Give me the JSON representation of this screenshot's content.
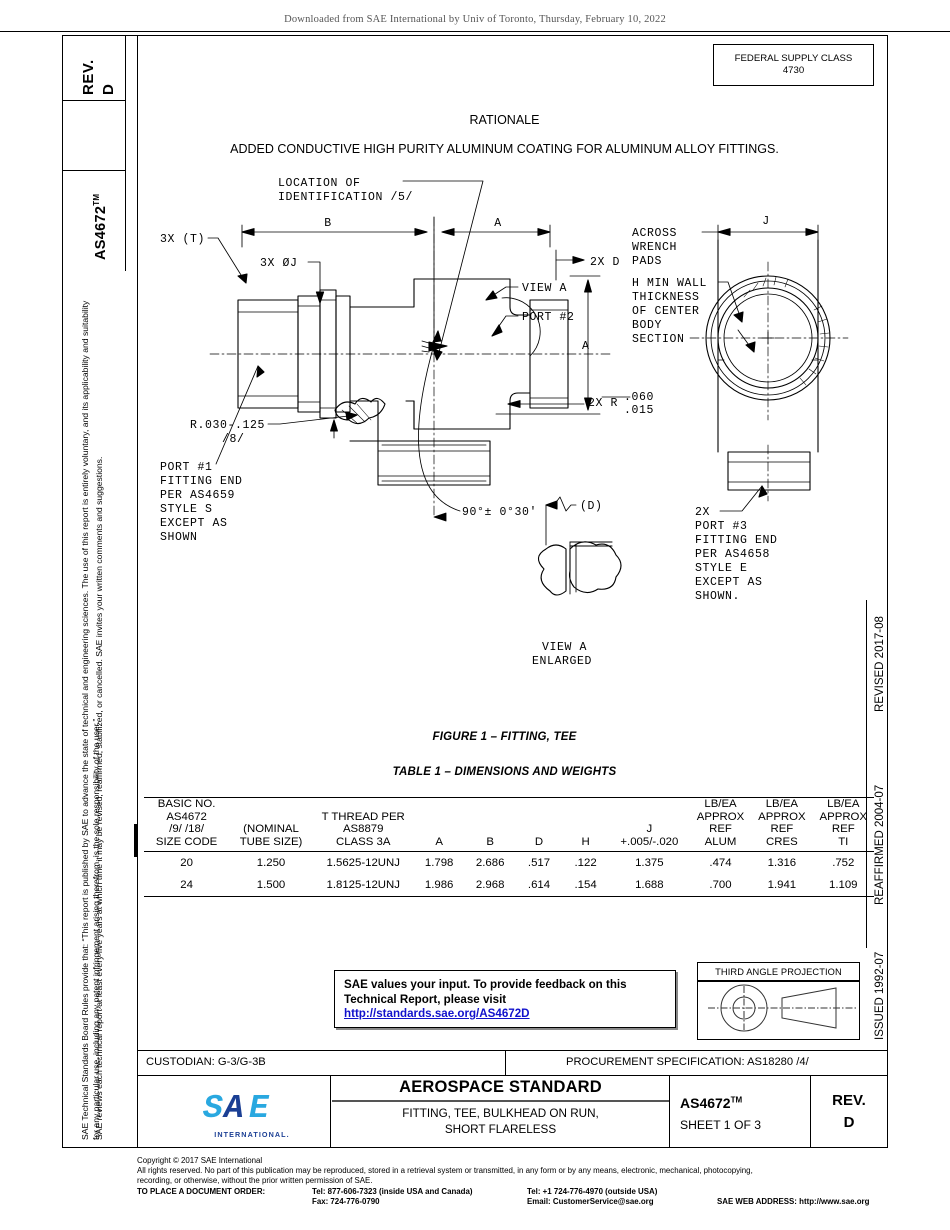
{
  "download_notice": "Downloaded from SAE International by Univ of Toronto, Thursday, February 10, 2022",
  "left_rail": {
    "rev_label": "REV.",
    "rev_value": "D",
    "standard_id": "AS4672",
    "standard_tm": "TM",
    "legal_paragraph_1": "SAE Technical Standards Board Rules provide that: “This report is published by SAE to advance the state of technical and engineering sciences. The use of this report is entirely voluntary, and its applicability and suitability for any particular use, including any patent infringement arising therefrom, is the sole responsibility of the user.”",
    "legal_paragraph_2": "SAE reviews each technical report at least every five years at which time it may be revised, reaffirmed, stabilized, or cancelled. SAE invites your written comments and suggestions."
  },
  "right_rail": {
    "revised": "REVISED 2017-08",
    "reaffirmed": "REAFFIRMED 2004-07",
    "issued": "ISSUED 1992-07"
  },
  "federal_supply_class": {
    "label": "FEDERAL SUPPLY CLASS",
    "value": "4730"
  },
  "rationale": {
    "title": "RATIONALE",
    "text": "ADDED CONDUCTIVE HIGH PURITY ALUMINUM COATING FOR ALUMINUM ALLOY FITTINGS."
  },
  "drawing": {
    "labels": {
      "location_of_identification": "LOCATION OF",
      "identification_line2": "IDENTIFICATION  /5/",
      "three_x_t": "3X (T)",
      "three_x_dia_j": "3X ØJ",
      "dim_b": "B",
      "dim_a_top": "A",
      "two_x_d": "2X D",
      "view_a_leader": "VIEW A",
      "port_2": "PORT #2",
      "across_wrench_pads_l1": "ACROSS",
      "across_wrench_pads_l2": "WRENCH",
      "across_wrench_pads_l3": "PADS",
      "dim_j": "J",
      "h_min_wall_l1": "H MIN WALL",
      "h_min_wall_l2": "THICKNESS",
      "h_min_wall_l3": "OF CENTER",
      "h_min_wall_l4": "BODY",
      "h_min_wall_l5": "SECTION",
      "dim_a_right": "A",
      "two_x_r_label": "2X R",
      "two_x_r_upper": ".060",
      "two_x_r_lower": ".015",
      "radius_note": "R.030-.125",
      "radius_note_ref": "/8/",
      "port_1_l1": "PORT #1",
      "port_1_l2": "FITTING END",
      "port_1_l3": "PER AS4659",
      "port_1_l4": "STYLE S",
      "port_1_l5": "EXCEPT AS",
      "port_1_l6": "SHOWN",
      "angle_tol": "90°± 0°30'",
      "port_3_l1": "2X",
      "port_3_l2": "PORT #3",
      "port_3_l3": "FITTING END",
      "port_3_l4": "PER AS4658",
      "port_3_l5": "STYLE E",
      "port_3_l6": "EXCEPT AS",
      "port_3_l7": "SHOWN.",
      "view_a_d": "(D)",
      "view_a_title_l1": "VIEW A",
      "view_a_title_l2": "ENLARGED"
    }
  },
  "figure_caption": "FIGURE 1 – FITTING, TEE",
  "table_caption": "TABLE 1 – DIMENSIONS AND WEIGHTS",
  "table": {
    "headers": [
      [
        "BASIC NO.",
        "AS4672",
        "/9/  /18/",
        "SIZE CODE"
      ],
      [
        "",
        "",
        "(NOMINAL",
        "TUBE SIZE)"
      ],
      [
        "",
        "T THREAD PER",
        "AS8879",
        "CLASS 3A"
      ],
      [
        "",
        "",
        "",
        "A"
      ],
      [
        "",
        "",
        "",
        "B"
      ],
      [
        "",
        "",
        "",
        "D"
      ],
      [
        "",
        "",
        "",
        "H"
      ],
      [
        "",
        "",
        "J",
        "+.005/-.020"
      ],
      [
        "LB/EA",
        "APPROX",
        "REF",
        "ALUM"
      ],
      [
        "LB/EA",
        "APPROX",
        "REF",
        "CRES"
      ],
      [
        "LB/EA",
        "APPROX",
        "REF",
        "TI"
      ]
    ],
    "rows": [
      [
        "20",
        "1.250",
        "1.5625-12UNJ",
        "1.798",
        "2.686",
        ".517",
        ".122",
        "1.375",
        ".474",
        "1.316",
        ".752"
      ],
      [
        "24",
        "1.500",
        "1.8125-12UNJ",
        "1.986",
        "2.968",
        ".614",
        ".154",
        "1.688",
        ".700",
        "1.941",
        "1.109"
      ]
    ]
  },
  "feedback": {
    "line1": "SAE values your input. To provide feedback on this",
    "line2": "Technical Report, please visit",
    "link": "http://standards.sae.org/AS4672D"
  },
  "third_angle_projection": {
    "title": "THIRD ANGLE PROJECTION"
  },
  "custodian": {
    "label": "CUSTODIAN: G-3/G-3B"
  },
  "procurement": {
    "label": "PROCUREMENT SPECIFICATION: AS18280 /4/"
  },
  "title_block": {
    "document_type": "AEROSPACE STANDARD",
    "subtitle_line1": "FITTING, TEE, BULKHEAD ON RUN,",
    "subtitle_line2": "SHORT FLARELESS",
    "standard_id": "AS4672",
    "standard_tm": "TM",
    "sheet": "SHEET 1 OF 3",
    "rev_label": "REV.",
    "rev_value": "D",
    "logo_text": "SAE",
    "logo_subtext": "INTERNATIONAL."
  },
  "footer": {
    "copyright": "Copyright © 2017 SAE International",
    "rights_line1": "All rights reserved. No part of this publication may be reproduced, stored in a retrieval system or transmitted, in any form or by any means, electronic, mechanical, photocopying,",
    "rights_line2": "recording, or otherwise, without the prior written permission of SAE.",
    "order_label": "TO PLACE A DOCUMENT ORDER:",
    "tel_inside": "Tel: 877-606-7323 (inside USA and Canada)",
    "fax": "Fax: 724-776-0790",
    "tel_outside": "Tel: +1 724-776-4970 (outside USA)",
    "email": "Email: CustomerService@sae.org",
    "web": "SAE WEB ADDRESS: http://www.sae.org"
  },
  "colors": {
    "logo_light_blue": "#29a8e0",
    "logo_dark_blue": "#1b3f94",
    "link_blue": "#1111cc"
  }
}
